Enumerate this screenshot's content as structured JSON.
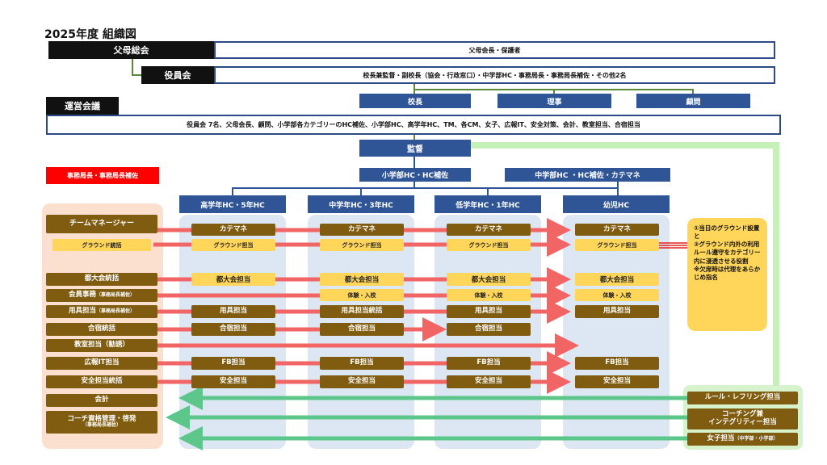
{
  "title": "2025年度 組織図",
  "top": {
    "parents_assembly": "父母総会",
    "parents_assembly_desc": "父母会長・保護者",
    "officers": "役員会",
    "officers_desc": "校長兼監督・副校長（協会・行政窓口）・中学部HC・事務局長・事務局長補佐・その他2名",
    "principal": "校長",
    "director": "理事",
    "advisor": "顧問",
    "steering": "運営会議",
    "steering_desc": "役員会 7名、父母会長、顧問、小学部各カテゴリーのHC補佐、小学部HC、高学年HC、TM、各CM、女子、広報IT、安全対策、会計、教室担当、合宿担当"
  },
  "mid": {
    "coach": "監督",
    "secretariat": "事務局長・事務局長補佐",
    "elem_hc": "小学部HC・HC補佐",
    "jr_hc": "中学部HC ・HC補佐・カテマネ"
  },
  "columns": {
    "upper": "高学年HC・5年HC",
    "middle": "中学年HC・3年HC",
    "lower": "低学年HC・1年HC",
    "kinder": "幼児HC"
  },
  "left": {
    "team_manager": "チームマネージャー",
    "ground_lead": "グラウンド統括",
    "tournament_lead": "都大会統括",
    "membership": "会員事務",
    "membership_note": "（事務局長補佐）",
    "equipment": "用具担当",
    "equipment_note": "（事務局長補佐）",
    "camp_lead": "合宿統括",
    "classroom": "教室担当（勧誘）",
    "pr_it": "広報IT担当",
    "safety_lead": "安全担当統括",
    "accounting": "会計",
    "coach_qual": "コーチ資格管理・啓発",
    "coach_qual_note": "（事務局長補佐）"
  },
  "cells": {
    "catemane": "カテマネ",
    "ground": "グラウンド担当",
    "tournament": "都大会担当",
    "trial": "体験・入校",
    "equipment": "用具担当",
    "equipment_lead": "用具担当統括",
    "camp": "合宿担当",
    "fb": "FB担当",
    "safety": "安全担当"
  },
  "note": {
    "line1": "①当日のグラウンド設置と",
    "line2": "②グラウンド内外の利用ルール遵守をカテゴリー内に浸透させる役割",
    "line3": "※欠席時は代理をあらかじめ指名"
  },
  "right": {
    "rule_ref": "ルール・レフリング担当",
    "coaching_a": "コーチング兼",
    "coaching_b": "インテグリティー担当",
    "girls": "女子担当",
    "girls_note": "（中学部・小学部）"
  },
  "colors": {
    "navy": "#2f5597",
    "brown": "#7f5c10",
    "yellow": "#ffd55a",
    "red_arrow": "#f26565",
    "green_arrow": "#5dc68a",
    "peach": "#fbe0cf",
    "light_blue": "#dde7f3",
    "light_green": "#d7f3cc"
  }
}
